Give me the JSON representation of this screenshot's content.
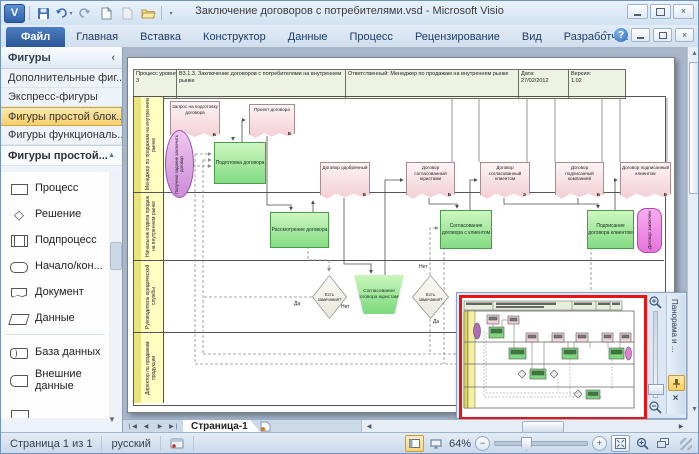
{
  "window": {
    "title": "Заключение договоров с потребителями.vsd - Microsoft Visio"
  },
  "ribbon": {
    "file_tab": "Файл",
    "tabs": [
      "Главная",
      "Вставка",
      "Конструктор",
      "Данные",
      "Процесс",
      "Рецензирование",
      "Вид",
      "Разработчик"
    ]
  },
  "shapes_panel": {
    "title": "Фигуры",
    "stencil_tabs": [
      {
        "label": "Дополнительные фиг..."
      },
      {
        "label": "Экспресс-фигуры"
      },
      {
        "label": "Фигуры простой блок..."
      },
      {
        "label": "Фигуры функциональ..."
      }
    ],
    "list_title": "Фигуры простой...",
    "items": [
      {
        "label": "Процесс"
      },
      {
        "label": "Решение"
      },
      {
        "label": "Подпроцесс"
      },
      {
        "label": "Начало/кон..."
      },
      {
        "label": "Документ"
      },
      {
        "label": "Данные"
      },
      {
        "label": "База данных"
      },
      {
        "label": "Внешние данные"
      }
    ]
  },
  "diagram": {
    "header": {
      "level": "Процесс уровня 3",
      "process": "В3.1.3.  Заключение договоров с потребителями на внутреннем рынке",
      "owner": "Ответственный: Менеджер по продажам на внутреннем рынке",
      "date_label": "Дата:",
      "date": "27/02/2012",
      "version_label": "Версия:",
      "version": "1.02"
    },
    "lanes": {
      "lane1": "Менеджер по продажам на внутреннем рынке",
      "lane2": "Начальник отдела продаж на внутреннем рынке",
      "lane3": "Руководитель юридической службы",
      "lane4": "Директор по продажам продукции"
    },
    "nodes": {
      "doc_request": {
        "label": "Запрос на подготовку договора",
        "tag": "Б"
      },
      "doc_draft": {
        "label": "Проект договора",
        "tag": "Б"
      },
      "start": {
        "label": "Получено задание заключить договор"
      },
      "p_prepare": {
        "label": "Подготовка договора"
      },
      "doc_approved": {
        "label": "Договор одобренный",
        "tag": "Б"
      },
      "doc_lawyers": {
        "label": "Договор согласованный юристами",
        "tag": "Б"
      },
      "doc_client_agreed": {
        "label": "Договор согласованный клиентом",
        "tag": "Э"
      },
      "doc_company_signed": {
        "label": "Договор подписанный компанией",
        "tag": "Б"
      },
      "doc_client_signed": {
        "label": "Договор подписанный клиентом",
        "tag": "Б"
      },
      "p_review": {
        "label": "Рассмотрение договора"
      },
      "p_client_agree": {
        "label": "Согласование договора с клиентом"
      },
      "p_client_sign": {
        "label": "Подписание договора клиентом"
      },
      "end": {
        "label": "Договор заключен"
      },
      "d_remarks1": {
        "label": "Есть замечания?"
      },
      "t_lawyers": {
        "label": "Согласование договора юристами"
      },
      "d_remarks2": {
        "label": "Есть замечания?"
      }
    },
    "edge_labels": {
      "yes1": "Да",
      "no1": "Нет",
      "no2": "Нет",
      "yes2": "Да"
    }
  },
  "pan_zoom": {
    "title": "Панорама и ..."
  },
  "page_tabs": {
    "active_tab": "Страница-1"
  },
  "status_bar": {
    "page_indicator": "Страница 1 из 1",
    "language": "русский",
    "zoom_level": "64%"
  }
}
